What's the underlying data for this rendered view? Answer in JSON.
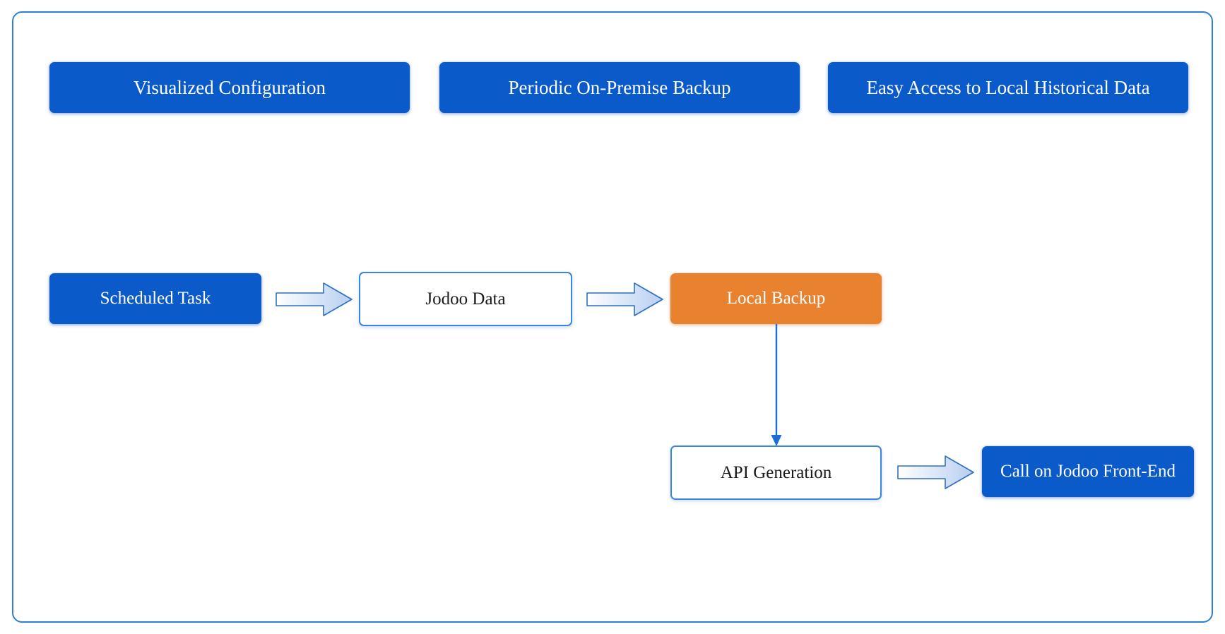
{
  "diagram": {
    "title_present": false,
    "frame": {
      "border_color": "#2f7fd6"
    },
    "palette": {
      "primary_blue": "#0a5ac9",
      "accent_orange": "#e8822f",
      "outline_blue": "#3a86de",
      "arrow_fill_start": "#ffffff",
      "arrow_fill_end": "#b7cef0",
      "arrow_stroke": "#2f6fc0",
      "connector_blue": "#1a6fd4",
      "node_text_light": "#ffffff",
      "node_text_dark": "#1a1a1a",
      "background": "#ffffff"
    },
    "features": [
      {
        "label": "Visualized Configuration",
        "style": "filled-blue"
      },
      {
        "label": "Periodic On-Premise Backup",
        "style": "filled-blue"
      },
      {
        "label": "Easy Access to Local Historical Data",
        "style": "filled-blue"
      }
    ],
    "nodes": [
      {
        "id": "scheduled-task",
        "label": "Scheduled Task",
        "style": "filled-blue"
      },
      {
        "id": "jodoo-data",
        "label": "Jodoo Data",
        "style": "outlined"
      },
      {
        "id": "local-backup",
        "label": "Local Backup",
        "style": "filled-orange"
      },
      {
        "id": "api-generation",
        "label": "API Generation",
        "style": "outlined"
      },
      {
        "id": "call-frontend",
        "label": "Call on Jodoo Front-End",
        "style": "filled-blue"
      }
    ],
    "edges": [
      {
        "id": "edge-task-to-data",
        "from": "scheduled-task",
        "to": "jodoo-data",
        "kind": "block-arrow",
        "direction": "right"
      },
      {
        "id": "edge-data-to-backup",
        "from": "jodoo-data",
        "to": "local-backup",
        "kind": "block-arrow",
        "direction": "right"
      },
      {
        "id": "edge-backup-to-api",
        "from": "local-backup",
        "to": "api-generation",
        "kind": "line-arrow",
        "direction": "down"
      },
      {
        "id": "edge-api-to-frontend",
        "from": "api-generation",
        "to": "call-frontend",
        "kind": "block-arrow",
        "direction": "right"
      }
    ]
  }
}
